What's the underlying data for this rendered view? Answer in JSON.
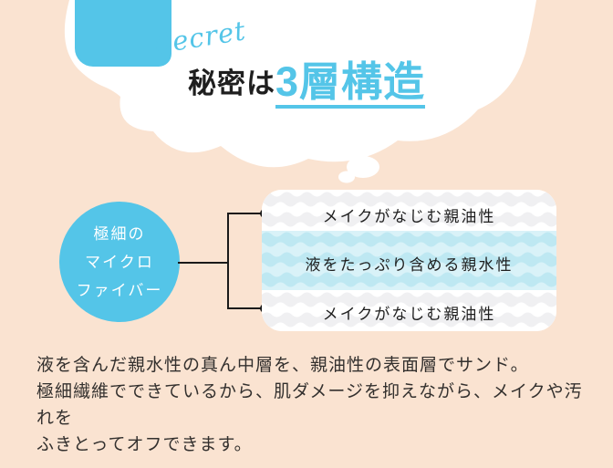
{
  "colors": {
    "background": "#FAE3D1",
    "accent_blue": "#54C5E8",
    "title_black": "#1F1F1F",
    "body_text": "#33302E",
    "connector_black": "#1A1A1A",
    "bubble_white": "#FFFFFF"
  },
  "bubble": {
    "secret_script": "Secret",
    "title_prefix": "秘密は",
    "title_highlight": "3層構造"
  },
  "diagram": {
    "fiber_circle_lines": [
      "極細の",
      "マイクロ",
      "ファイバー"
    ],
    "layers": [
      {
        "label": "メイクがなじむ親油性",
        "base": "#FFFFFF",
        "band": "#F0F0F2"
      },
      {
        "label": "液をたっぷり含める親水性",
        "base": "#D9F2F8",
        "band": "#BEE8F2"
      },
      {
        "label": "メイクがなじむ親油性",
        "base": "#FFFFFF",
        "band": "#F0F0F2"
      }
    ]
  },
  "description": {
    "lines": [
      "液を含んだ親水性の真ん中層を、親油性の表面層でサンド。",
      "極細繊維でできているから、肌ダメージを抑えながら、メイクや汚れを",
      "ふきとってオフできます。"
    ]
  }
}
